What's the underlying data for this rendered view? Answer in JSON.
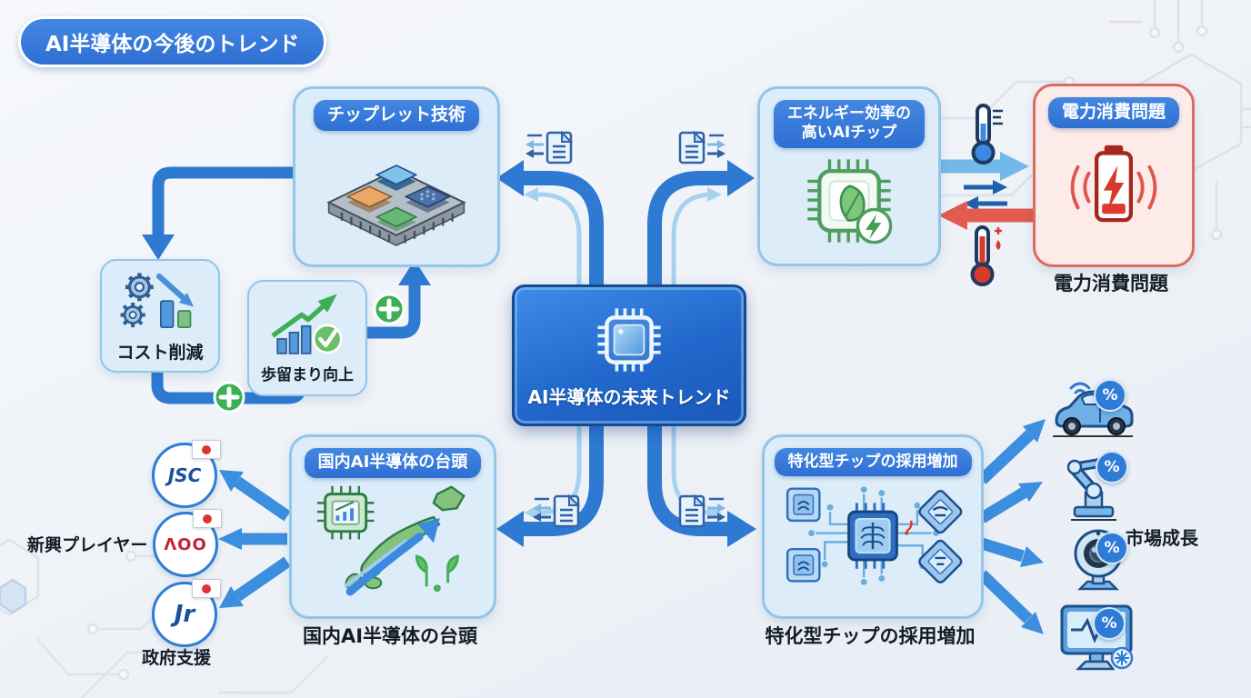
{
  "header": {
    "badge": "AI半導体の今後のトレンド"
  },
  "center": {
    "label": "AI半導体の未来トレンド"
  },
  "nodes": {
    "chiplet": {
      "title": "チップレット技術"
    },
    "cost": {
      "label": "コスト削減"
    },
    "yield": {
      "label": "歩留まり向上"
    },
    "energy": {
      "title_line1": "エネルギー効率の",
      "title_line2": "高いAIチップ"
    },
    "power": {
      "title": "電力消費問題",
      "caption": "電力消費問題"
    },
    "domestic": {
      "title": "国内AI半導体の台頭",
      "caption": "国内AI半導体の台頭"
    },
    "specialized": {
      "title": "特化型チップの採用増加",
      "caption": "特化型チップの採用増加"
    }
  },
  "side_labels": {
    "emerging_players": "新興プレイヤー",
    "government_support": "政府支援",
    "market_growth": "市場成長"
  },
  "logos": [
    {
      "text": "JSC"
    },
    {
      "text": "ΛOO"
    },
    {
      "text": "Jr"
    }
  ],
  "symbols": {
    "percent": "%"
  },
  "colors": {
    "primary_blue": "#2e7cd6",
    "node_fill": "#dcedf9",
    "node_border": "#92c5e9",
    "pill_blue": "#3579d8",
    "alert_red": "#dd6b5f",
    "alert_fill": "#fcebe9",
    "growth_green": "#3cb054",
    "arrow_light": "#a6d2f0",
    "arrow_red": "#e25a50"
  }
}
